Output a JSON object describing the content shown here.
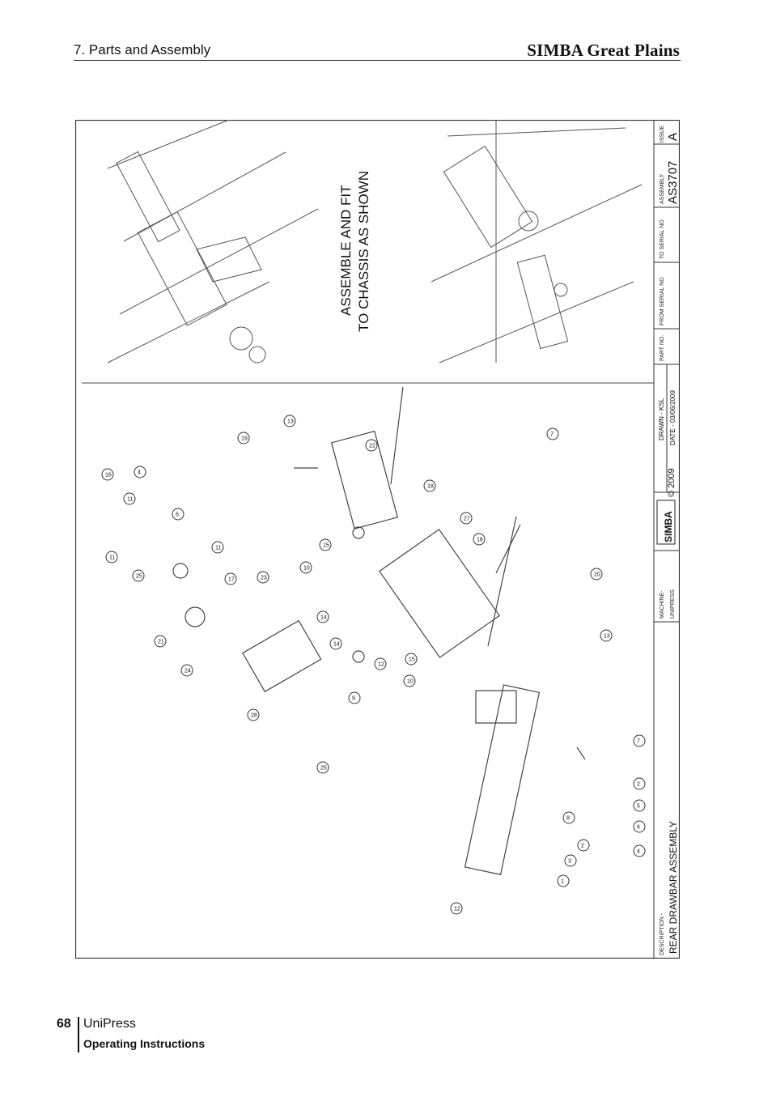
{
  "header": {
    "section": "7. Parts and Assembly",
    "brand": "SIMBA Great Plains"
  },
  "drawing": {
    "instruction_line1": "ASSEMBLE AND FIT",
    "instruction_line2": "TO CHASSIS AS SHOWN",
    "part_callouts": [
      "16",
      "4",
      "11",
      "11",
      "6",
      "25",
      "11",
      "17",
      "23",
      "21",
      "14",
      "24",
      "14",
      "9",
      "28",
      "25",
      "12",
      "10",
      "15",
      "19",
      "13",
      "22",
      "18",
      "27",
      "18",
      "15",
      "10",
      "7",
      "20",
      "13",
      "7",
      "2",
      "5",
      "6",
      "4",
      "3",
      "2",
      "8",
      "1",
      "12"
    ],
    "title_block": {
      "description_label": "DESCRIPTION -",
      "description": "REAR DRAWBAR ASSEMBLY",
      "machine_label": "MACHINE-",
      "machine": "UNIPRESS",
      "logo_text": "SIMBA",
      "copyright": "© 2009",
      "drawn": "DRAWN - KSL",
      "date": "DATE - 03/06/2009",
      "part_no_label": "PART NO.",
      "from_serial_label": "FROM SERIAL NO",
      "to_serial_label": "TO SERIAL NO",
      "assembly_label": "ASSEMBLY",
      "assembly": "AS3707",
      "issue_label": "ISSUE",
      "issue": "A"
    }
  },
  "footer": {
    "page_number": "68",
    "product": "UniPress",
    "document": "Operating Instructions"
  }
}
